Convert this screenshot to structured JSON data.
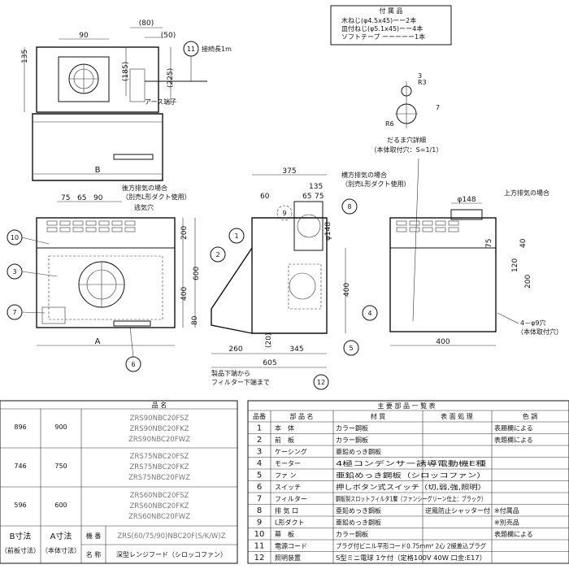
{
  "accessories": {
    "title": "付 属 品",
    "items": [
      "木ねじ(φ4.5x45)ーー2本",
      "皿付ねじ(φ5.1x45)ーー4本",
      "ソフトテープ ーーーーー1本"
    ]
  },
  "front_view": {
    "dims": [
      "90",
      "(80)",
      "(50)",
      "135",
      "(185)",
      "(225)",
      "B"
    ],
    "cord": {
      "number": "11",
      "label": "接続長1m"
    },
    "earth_label": "アース端子"
  },
  "detail": {
    "r1": "R3",
    "r2": "R6",
    "d1": "7",
    "d2": "3",
    "title": "だるま穴詳細",
    "scale": "（本体取付穴：S=1/1）"
  },
  "elev_front": {
    "dims": [
      "75",
      "65",
      "90",
      "200",
      "400",
      "600",
      "A"
    ],
    "rear_label": "後方排気の場合",
    "rear_sub": "（別売L形ダクト使用）",
    "exhaust_hole": "逃気穴",
    "callouts": [
      "10",
      "3",
      "7",
      "6"
    ]
  },
  "elev_side": {
    "dims": [
      "375",
      "60",
      "135",
      "65",
      "75",
      "φ148",
      "400",
      "260",
      "(20)",
      "345",
      "605",
      "80"
    ],
    "side_label": "横方排気の場合",
    "side_sub": "（別売L形ダクト使用）",
    "callouts": [
      "1",
      "2",
      "8",
      "9",
      "4",
      "5",
      "12"
    ],
    "filter_note1": "製品下端から",
    "filter_note2": "フィルター下端まで"
  },
  "elev_back": {
    "dims": [
      "φ148",
      "75",
      "40",
      "120",
      "200",
      "400"
    ],
    "top_label": "上方排気の場合",
    "holes": "4－φ9穴",
    "holes_sub": "（本体取付穴）"
  },
  "model_table": {
    "name_header": "品 名",
    "rows": [
      {
        "b": "896",
        "a": "900",
        "models": [
          "ZRS90NBC20FSZ",
          "ZRS90NBC20FKZ",
          "ZRS90NBC20FWZ"
        ]
      },
      {
        "b": "746",
        "a": "750",
        "models": [
          "ZRS75NBC20FSZ",
          "ZRS75NBC20FKZ",
          "ZRS75NBC20FWZ"
        ]
      },
      {
        "b": "596",
        "a": "600",
        "models": [
          "ZRS60NBC20FSZ",
          "ZRS60NBC20FKZ",
          "ZRS60NBC20FWZ"
        ]
      }
    ],
    "b_label": "B寸法",
    "a_label": "A寸法",
    "b_sub": "（前板寸法）",
    "a_sub": "（本体寸法）",
    "kiban_label": "機 番",
    "kiban_value": "ZRS(60/75/90)NBC20F(S/K/W)Z",
    "meisho_label": "名 称",
    "meisho_value": "深型レンジフード（シロッコファン）"
  },
  "parts_table": {
    "title": "主 要 部 品 一 覧 表",
    "headers": [
      "品番",
      "部 品 名",
      "材 質",
      "表 面 処 理",
      "色 調"
    ],
    "rows": [
      [
        "1",
        "本　体",
        "カラー鋼板",
        "",
        "表題欄による"
      ],
      [
        "2",
        "前　板",
        "カラー鋼板",
        "",
        "表題欄による"
      ],
      [
        "3",
        "ケーシング",
        "亜鉛めっき鋼板",
        "",
        ""
      ],
      [
        "4",
        "モーター",
        "4極コンデンサー誘導電動機E種",
        "",
        ""
      ],
      [
        "5",
        "ファ ン",
        "亜鉛めっき鋼板（シロッコファン）",
        "",
        ""
      ],
      [
        "6",
        "スイッチ",
        "押しボタン式スイッチ（切,弱,強,照明）",
        "",
        ""
      ],
      [
        "7",
        "フィルター",
        "鋼板製スロットフィルタ1層（ファンシーグリーン仕上：ブラック）",
        "",
        ""
      ],
      [
        "8",
        "排 気 口",
        "亜鉛めっき鋼板",
        "逆風防止シャッター付",
        "※付属品"
      ],
      [
        "9",
        "L形ダクト",
        "亜鉛めっき鋼板",
        "",
        "※別売品"
      ],
      [
        "10",
        "幕　板",
        "カラー鋼板",
        "",
        "表題欄による"
      ],
      [
        "11",
        "電源コード",
        "プラグ付ビニル平形コード0.75mm² 2心 2極差込プラグ",
        "",
        ""
      ],
      [
        "12",
        "照明装置",
        "S型ミニ電球 1ケ付（定格100V 40W 口金:E17）",
        "",
        ""
      ]
    ]
  }
}
